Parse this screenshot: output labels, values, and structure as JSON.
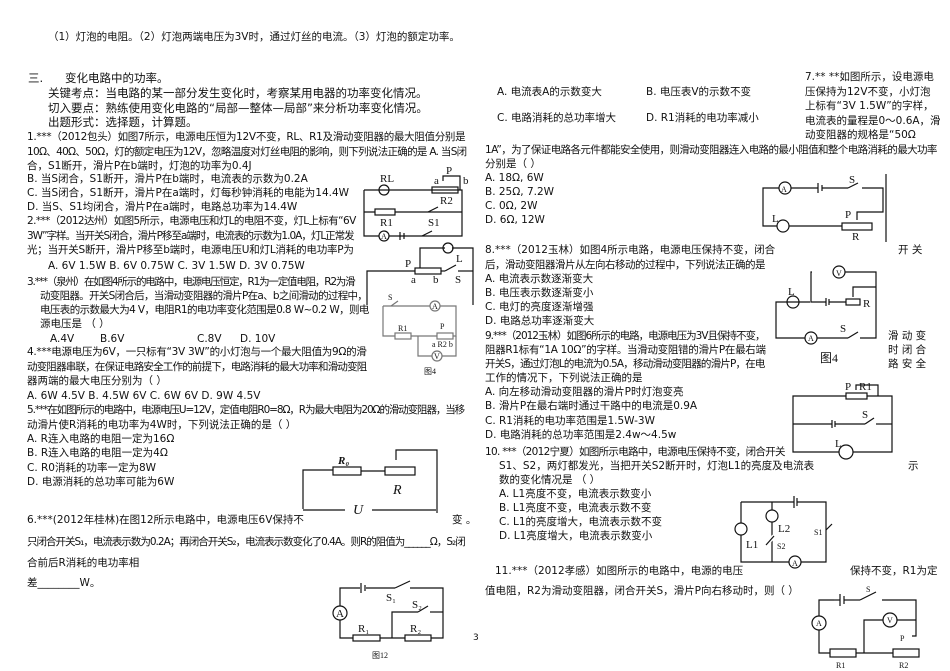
{
  "intro": "（1）灯泡的电阻。（2）灯泡两端电压为3V时，通过灯丝的电流。（3）灯泡的额定功率。",
  "section": {
    "number": "三.",
    "title": "变化电路中的功率。",
    "key_point": "关键考点：当电路的某一部分发生变化时，考察某用电器的功率变化情况。",
    "entry_point": "切入要点：熟练使用变化电路的“局部—整体—局部”来分析功率变化情况。",
    "question_form": "出题形式：选择题，计算题。"
  },
  "q1": {
    "lines": [
      "1.***（2012包头）如图7所示，电源电压恒为12V不变，RL、R1及滑动变阻器的最大阻值分别是",
      "10Ω、40Ω、50Ω，灯的额定电压为12V，忽略温度对灯丝电阻的影响，则下列说法正确的是 A. 当S闭",
      "合，S1断开，滑片P在b端时，灯泡的功率为0.4J"
    ],
    "options": [
      "B. 当S闭合，S1断开，滑片P在b端时，电流表的示数为0.2A",
      "C. 当S闭合，S1断开，滑片P在a端时，灯每秒钟消耗的电能为14.4W",
      "D. 当S、S1均闭合，滑片P在a端时，电路总功率为14.4W"
    ],
    "figure": {
      "RL": "RL",
      "P": "P",
      "a": "a",
      "b": "b",
      "R2": "R2",
      "R1": "R1",
      "S1": "S1",
      "A": "A"
    }
  },
  "q2": {
    "lines": [
      "2.***（2012达州）如图5所示，电源电压和灯L的电阻不变，灯L上标有“6V",
      "3W”字样。当开关S闭合，滑片P移至a端时，电流表的示数为1.0A，灯L正常发",
      "光；当开关S断开，滑片P移至b端时，电源电压U和灯L消耗的电功率P为"
    ],
    "options": "A.  6V 1.5W   B. 6V 0.75W   C. 3V 1.5W   D. 3V 0.75W",
    "figure": {
      "L": "L",
      "P": "P",
      "a": "a",
      "b": "b",
      "S": "S"
    }
  },
  "q3": {
    "lines": [
      "3.***（泉州）在如图4所示的电路中，电源电压恒定，R1为一定值电阻，R2为滑",
      "动变阻器。开关S闭合后，当滑动变阻器的滑片P在a、b之间滑动的过程中，",
      "电压表的示数最大为4 V，电阻R1的电功率变化范围是0.8 W~0.2 W，则电",
      "源电压是                        （    ）"
    ],
    "options": [
      "A.4V",
      "B.6V",
      "C.8V",
      "D. 10V"
    ],
    "figure": {
      "S": "S",
      "A": "A",
      "R1": "R1",
      "P": "P",
      "R2": "a R2 b",
      "V": "V",
      "caption": "图4"
    }
  },
  "q4": {
    "lines": [
      "4.***电源电压为6V，一只标有“3V  3W”的小灯泡与一个最大阻值为9Ω的滑",
      "动变阻器串联，在保证电路安全工作的前提下，电路消耗的最大功率和滑动变阻",
      "器两端的最大电压分别为（     ）"
    ],
    "options": "A. 6W 4.5V  B. 4.5W 6V  C. 6W 6V D. 9W 4.5V"
  },
  "q5": {
    "lines": [
      "5.***在如图所示的电路中，电源电压U=12V，定值电阻R0=8Ω，R为最大电阻为20Ω的滑动变阻器，当移",
      "动滑片使R消耗的电功率为4W时，下列说法正确的是（     ）"
    ],
    "options": [
      "A. R连入电路的电阻一定为16Ω",
      "B. R连入电路的电阻一定为4Ω",
      "C. R0消耗的功率一定为8W",
      "D. 电源消耗的总功率可能为6W"
    ],
    "figure": {
      "R0": "R₀",
      "R": "R",
      "U": "U"
    }
  },
  "q6": {
    "line1": "6.***(2012年桂林)在图12所示电路中，电源电压6V保持不",
    "line1_end": "变 。",
    "line2": "只闭合开关S₁，电流表示数为0.2A；再闭合开关S₂，电流表示数变化了0.4A。则R的阻值为______Ω，S₂闭",
    "line3": "合前后R消耗的电功率相",
    "line4": "差________W。",
    "figure": {
      "S1": "S₁",
      "S2": "S₂",
      "A": "A",
      "R1": "R₁",
      "R2": "R₂",
      "caption": "图12"
    }
  },
  "page_number": "3",
  "q_prev_options": [
    "A.  电流表A的示数变大",
    "B.  电压表V的示数不变",
    "C.  电路消耗的总功率增大",
    "D.  R1消耗的电功率减小"
  ],
  "q7": {
    "side_lines": [
      "7.** **如图所示，设电源电",
      "压保持为12V不变，小灯泡",
      "上标有“3V 1.5W”的字样，",
      "电流表的量程是0～0.6A，滑",
      "动变阻器的规格是“50Ω"
    ],
    "lines": [
      "1A”，为了保证电路各元件都能安全使用，则滑动变阻器连入电路的最小阻值和整个电路消耗的最大功率",
      "分别是（     ）"
    ],
    "options": [
      "A. 18Ω, 6W",
      "B. 25Ω, 7.2W",
      "C. 0Ω, 2W",
      "D. 6Ω, 12W"
    ],
    "figure": {
      "A": "A",
      "S": "S",
      "L": "L",
      "P": "P",
      "R": "R"
    }
  },
  "q8": {
    "line1": "8.***（2012玉林）如图4所示电路，电源电压保持不变，闭合",
    "line1_end": "开 关",
    "line2": "后，滑动变阻器滑片从左向右移动的过程中，下列说法正确的是",
    "options": [
      "A. 电流表示数逐渐变大",
      "B. 电压表示数逐渐变小",
      "C. 电灯的亮度逐渐增强",
      "D. 电路总功率逐渐变大"
    ],
    "figure": {
      "V": "V",
      "L": "L",
      "R": "R",
      "A": "A",
      "S": "S",
      "caption": "图4"
    }
  },
  "q9": {
    "lines": [
      "9.***（2012玉林）如图6所示的电路，电源电压为3V且保持不变，",
      "阻器R1标有“1A 10Ω”的字样。当滑动变阻错的滑片P在最右端",
      "开关S，通过灯泡L的电流为0.5A，移动滑动变阻器的滑片P，在电",
      "工作的情况下，下列说法正确的是"
    ],
    "side": [
      "滑 动 变",
      "时 闭 合",
      "路 安 全"
    ],
    "options": [
      "A. 向左移动滑动变阻器的滑片P时灯泡变亮",
      "B. 滑片P在最右端时通过干路中的电流是0.9A",
      "C. R1消耗的电功率范围是1.5W-3W",
      "D. 电路消耗的总功率范围是2.4w～4.5w"
    ],
    "figure": {
      "P": "P",
      "R1": "R1",
      "S": "S",
      "L": "L"
    }
  },
  "q10": {
    "lines": [
      "10.  ***（2012宁夏）如图所示电路中，电源电压保持不变，闭合开关",
      "S1、S2，两灯都发光，当把开关S2断开时，灯泡L1的亮度及电流表",
      "数的变化情况是                （      ）"
    ],
    "line2_end": "示",
    "options": [
      "A. L1亮度不变，电流表示数变小",
      "B. L1亮度不变，电流表示数不变",
      "C. L1的亮度增大，电流表示数不变",
      "D. L1亮度增大，电流表示数变小"
    ],
    "figure": {
      "L1": "L1",
      "L2": "L2",
      "S2": "S2",
      "S1": "S1",
      "A": "A"
    }
  },
  "q11": {
    "line1": "11.***（2012孝感）如图所示的电路中，电源的电压",
    "line1_end": "保持不变，R1为定",
    "line2": "值电阻，R2为滑动变阻器，闭合开关S，滑片P向右移动时，则（     ）",
    "figure": {
      "S": "S",
      "A": "A",
      "V": "V",
      "P": "P",
      "R1": "R1",
      "R2": "R2"
    }
  }
}
